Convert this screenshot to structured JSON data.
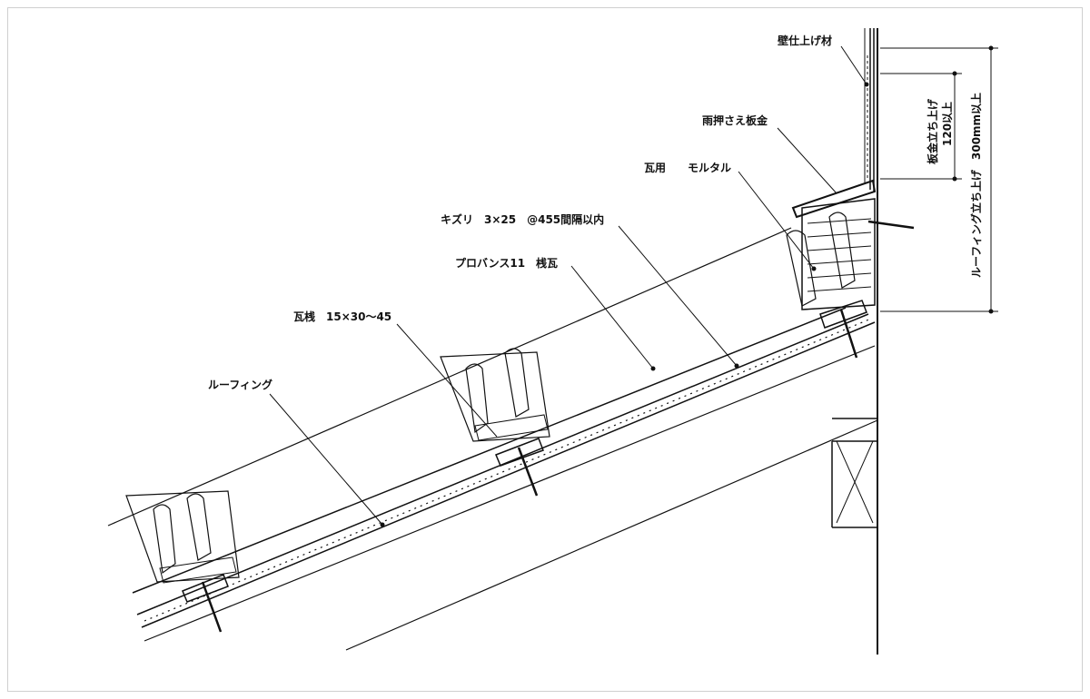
{
  "labels": {
    "wall_finish": "壁仕上げ材",
    "flashing": "雨押さえ板金",
    "mortar": "瓦用　　モルタル",
    "batten": "キズリ　3×25　@455間隔以内",
    "tile": "プロバンス11　桟瓦",
    "tile_batten": "瓦桟　15×30～45",
    "roofing": "ルーフィング",
    "sheet_rise": "板金立ち上げ",
    "sheet_rise_value": "120以上",
    "roofing_rise": "ルーフィング立ち上げ",
    "roofing_rise_value": "300mm以上"
  }
}
